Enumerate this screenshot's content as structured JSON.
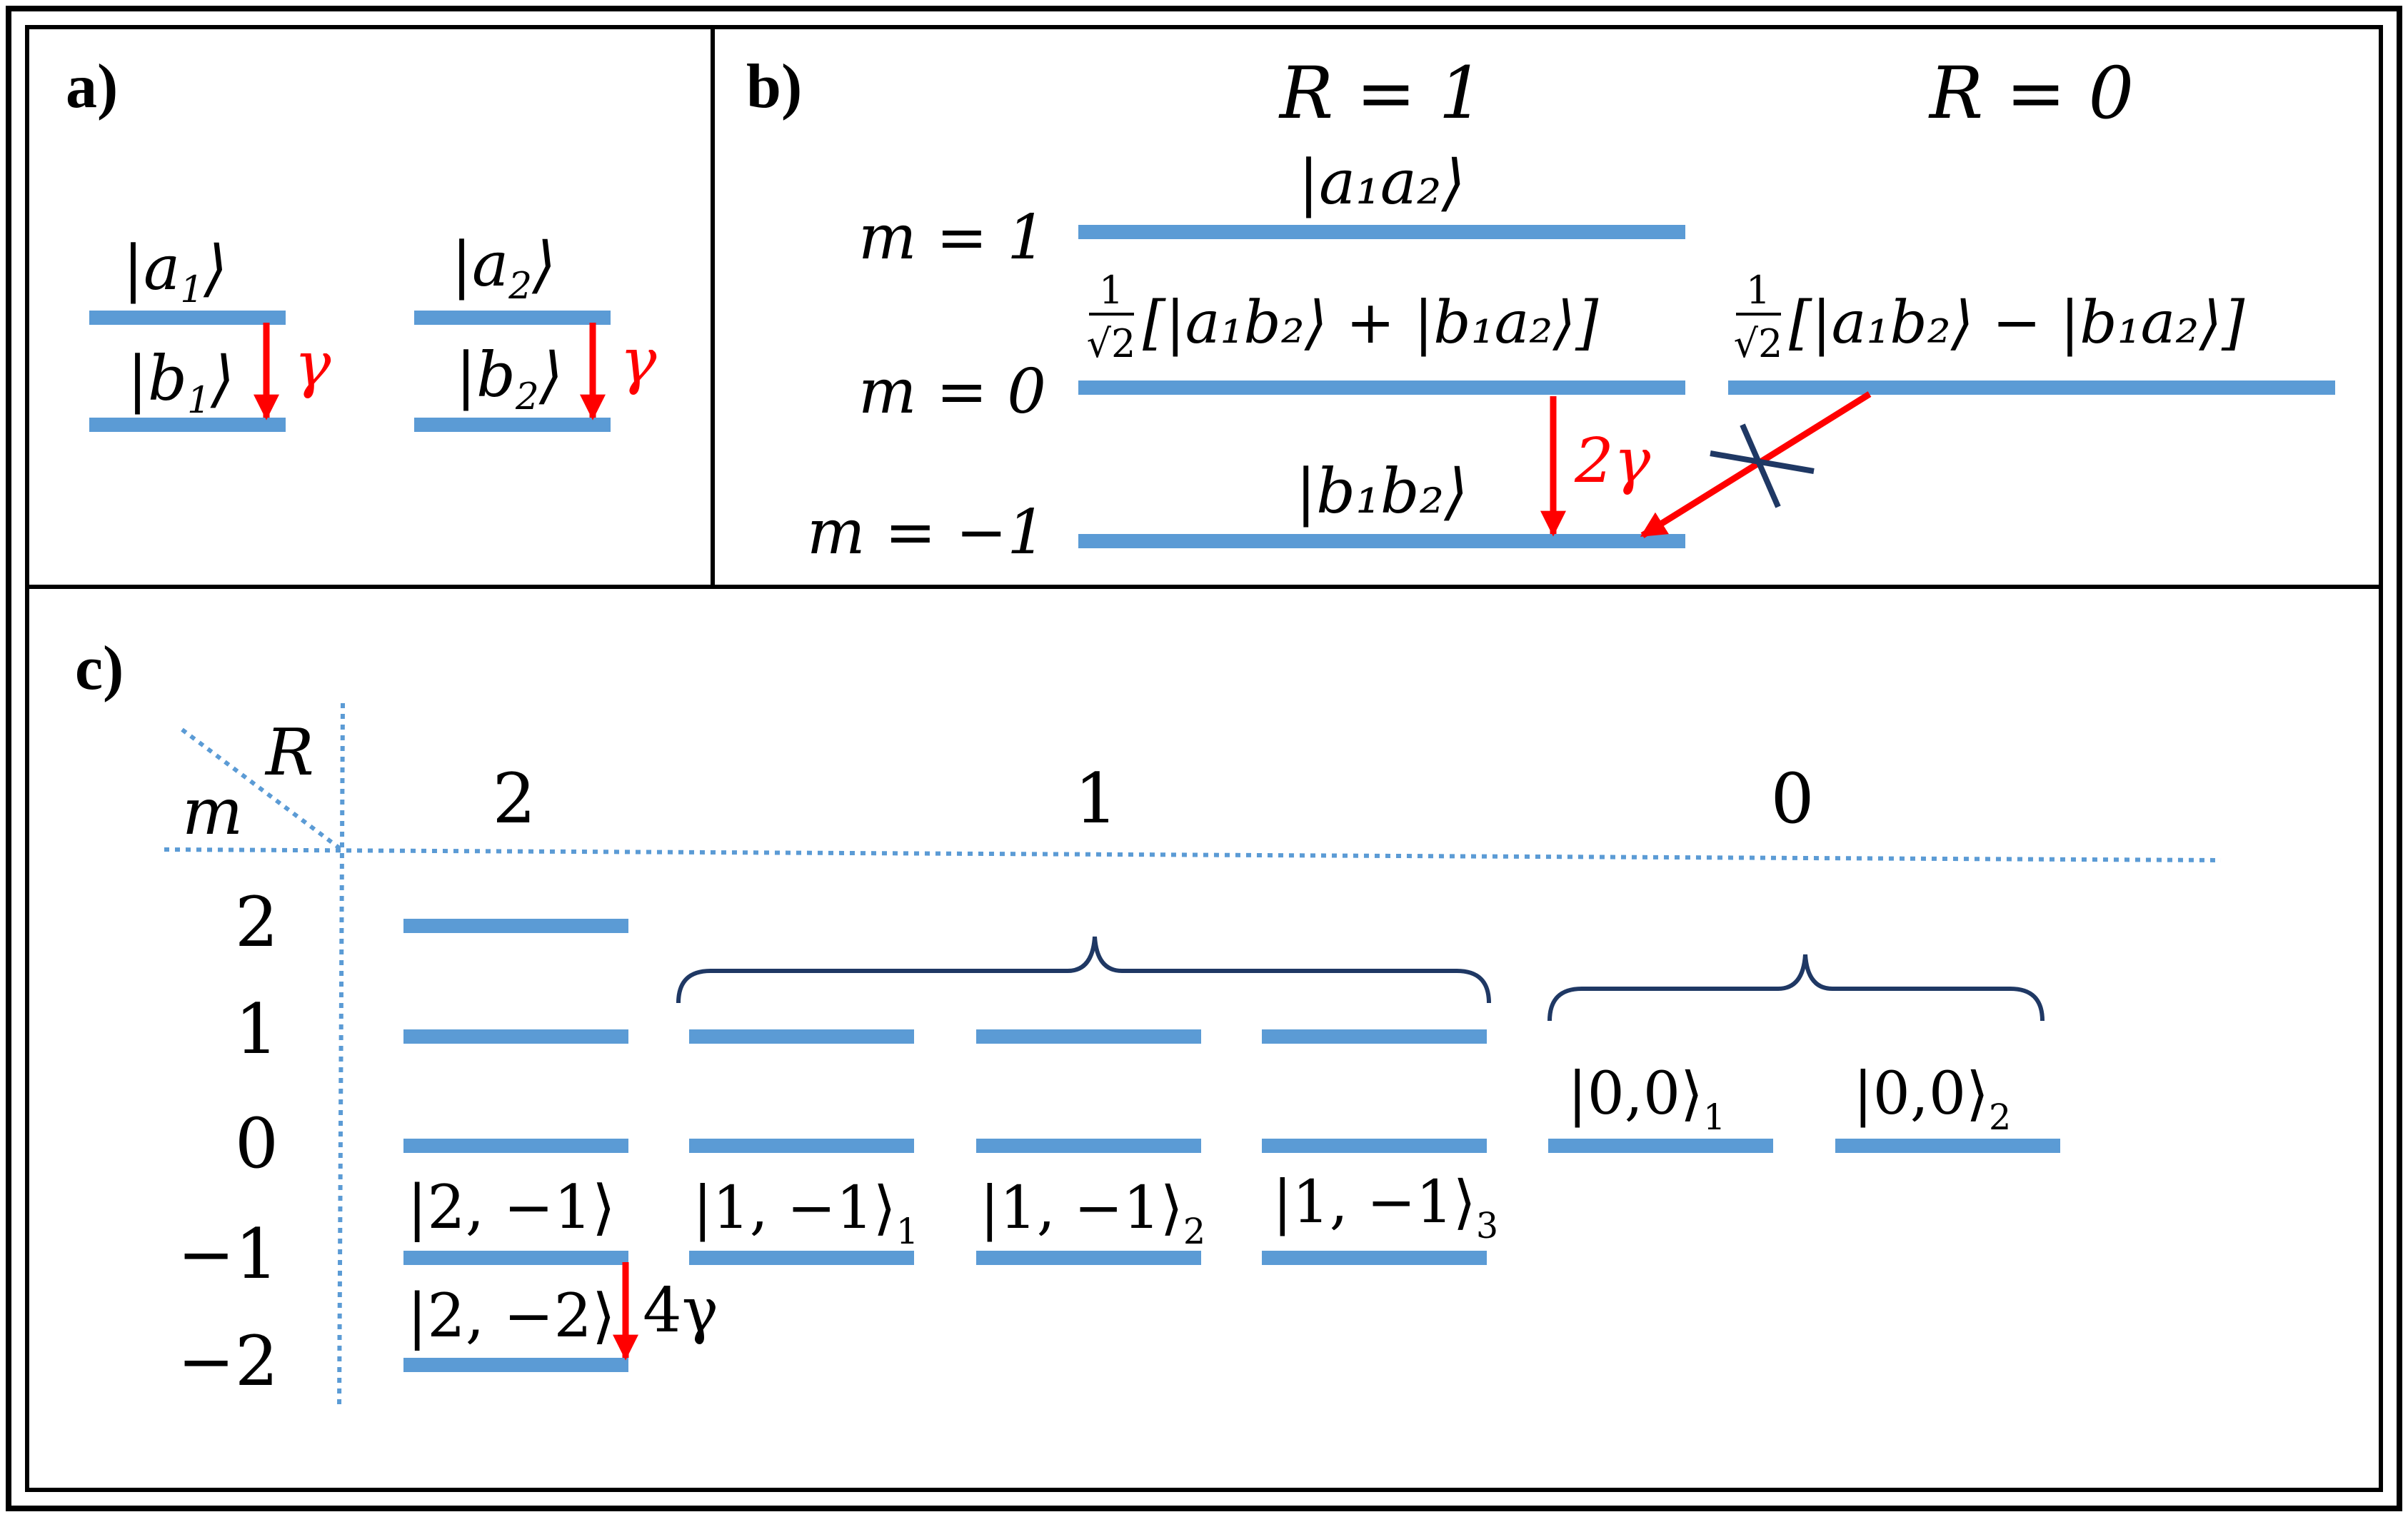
{
  "colors": {
    "level": "#5b9bd5",
    "decay": "#ff0000",
    "bracket": "#1f3864",
    "frame": "#000000"
  },
  "panel_a": {
    "label": "a)",
    "atom1": {
      "upper": "|a",
      "upper_sub": "1",
      "upper_close": "⟩",
      "lower": "|b",
      "lower_sub": "1",
      "lower_close": "⟩"
    },
    "atom2": {
      "upper": "|a",
      "upper_sub": "2",
      "upper_close": "⟩",
      "lower": "|b",
      "lower_sub": "2",
      "lower_close": "⟩"
    },
    "rate": "γ"
  },
  "panel_b": {
    "label": "b)",
    "r1_header": "R = 1",
    "r0_header": "R = 0",
    "m_labels": [
      "m = 1",
      "m = 0",
      "m = −1"
    ],
    "state_top": "|a₁a₂⟩",
    "state_sym": "[|a₁b₂⟩ + |b₁a₂⟩]",
    "state_anti": "[|a₁b₂⟩ − |b₁a₂⟩]",
    "state_bottom": "|b₁b₂⟩",
    "prefactor_num": "1",
    "prefactor_den": "√2",
    "rate": "2γ"
  },
  "panel_c": {
    "label": "c)",
    "corner_r": "R",
    "corner_m": "m",
    "r_headers": [
      "2",
      "1",
      "0"
    ],
    "m_values": [
      "2",
      "1",
      "0",
      "−1",
      "−2"
    ],
    "state_r2_m_minus1": "|2, −1⟩",
    "state_r2_m_minus2": "|2, −2⟩",
    "states_r1": [
      {
        "base": "|1, −1⟩",
        "sub": "1"
      },
      {
        "base": "|1, −1⟩",
        "sub": "2"
      },
      {
        "base": "|1, −1⟩",
        "sub": "3"
      }
    ],
    "states_r0": [
      {
        "base": "|0,0⟩",
        "sub": "1"
      },
      {
        "base": "|0,0⟩",
        "sub": "2"
      }
    ],
    "rate": "4γ"
  }
}
